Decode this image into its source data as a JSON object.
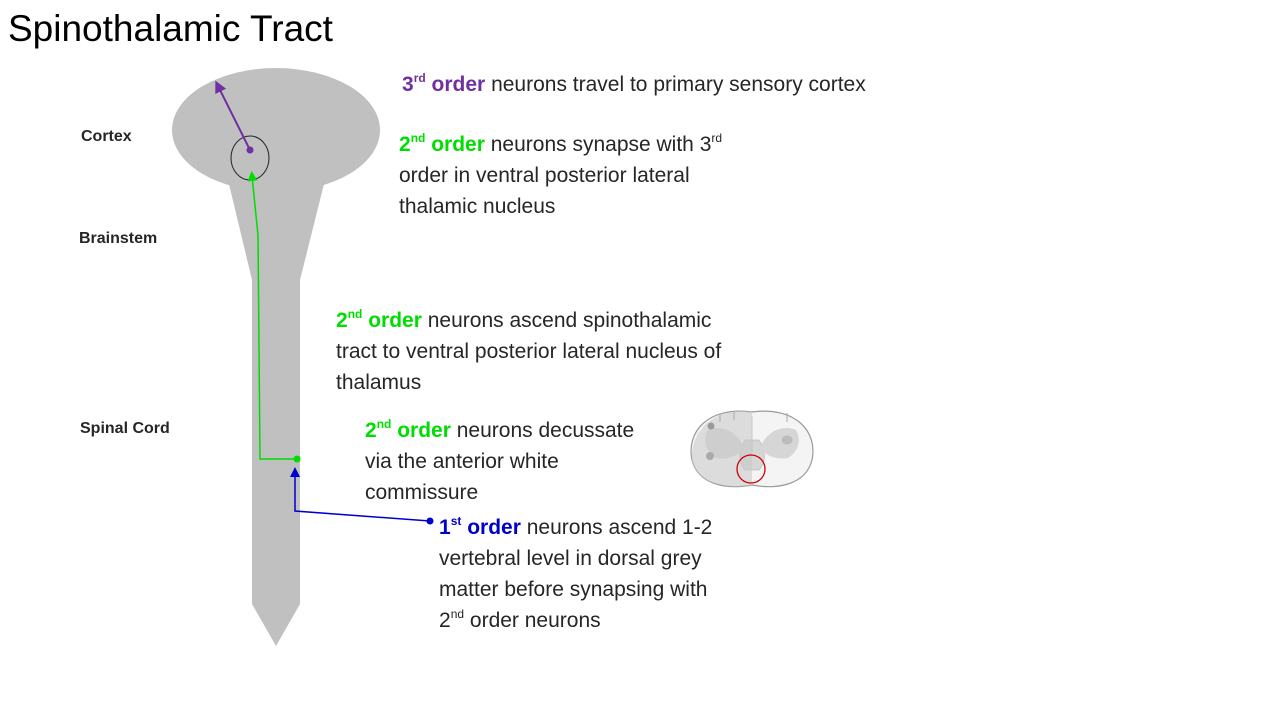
{
  "title": "Spinothalamic Tract",
  "regions": {
    "cortex": "Cortex",
    "brainstem": "Brainstem",
    "spinal_cord": "Spinal Cord"
  },
  "colors": {
    "anatomy_fill": "#c0c0c0",
    "first_order": "#0000cc",
    "second_order": "#00dd00",
    "third_order": "#7030a0",
    "highlight_circle": "#cc0000"
  },
  "annotations": {
    "third_order": {
      "num": "3",
      "sup": "rd",
      "order": "order",
      "text": "neurons travel to primary sensory cortex"
    },
    "synapse": {
      "num": "2",
      "sup": "nd",
      "order": "order",
      "text_a": "neurons synapse with 3",
      "text_sup": "rd",
      "line2": "order in ventral posterior lateral",
      "line3": "thalamic nucleus"
    },
    "ascend": {
      "num": "2",
      "sup": "nd",
      "order": "order",
      "line1": "neurons ascend spinothalamic",
      "line2": "tract to ventral posterior lateral nucleus of",
      "line3": "thalamus"
    },
    "decussate": {
      "num": "2",
      "sup": "nd",
      "order": "order",
      "line1": "neurons decussate",
      "line2": "via the anterior white",
      "line3": "commissure"
    },
    "first_order": {
      "num": "1",
      "sup": "st",
      "order": "order",
      "line1": "neurons ascend 1-2",
      "line2": "vertebral level in dorsal grey",
      "line3": "matter before synapsing with",
      "line4_num": "2",
      "line4_sup": "nd",
      "line4_text": "order neurons"
    }
  }
}
